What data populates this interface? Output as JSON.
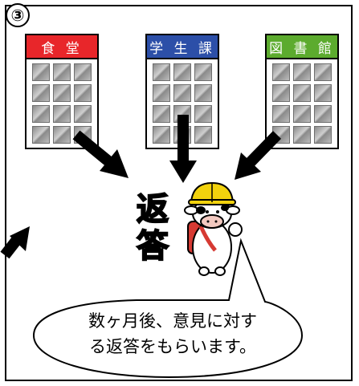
{
  "step_number": "③",
  "buildings": [
    {
      "label": "食 堂",
      "color": "#e8262a"
    },
    {
      "label": "学 生 課",
      "color": "#2c4fa8"
    },
    {
      "label": "図 書 館",
      "color": "#5cab2e"
    }
  ],
  "reply_label": [
    "返",
    "答"
  ],
  "speech_bubble": {
    "line1": "数ヶ月後、意見に対す",
    "line2": "る返答をもらいます。"
  }
}
